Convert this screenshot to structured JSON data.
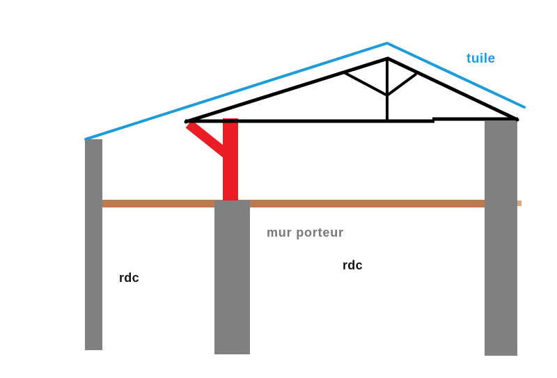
{
  "labels": {
    "roof_tile": "tuile",
    "load_bearing_wall": "mur porteur",
    "ground_floor_left": "rdc",
    "ground_floor_right": "rdc"
  },
  "colors": {
    "background": "#FFFFFF",
    "roof_tile_blue": "#1E9CD9",
    "truss_black": "#000000",
    "reinforcement_red": "#EC1C24",
    "wall_gray": "#808080",
    "floor_brown": "#BE7A4D",
    "floor_brown_light": "#DCA77C",
    "label_gray": "#77787B",
    "label_dark": "#141414"
  }
}
